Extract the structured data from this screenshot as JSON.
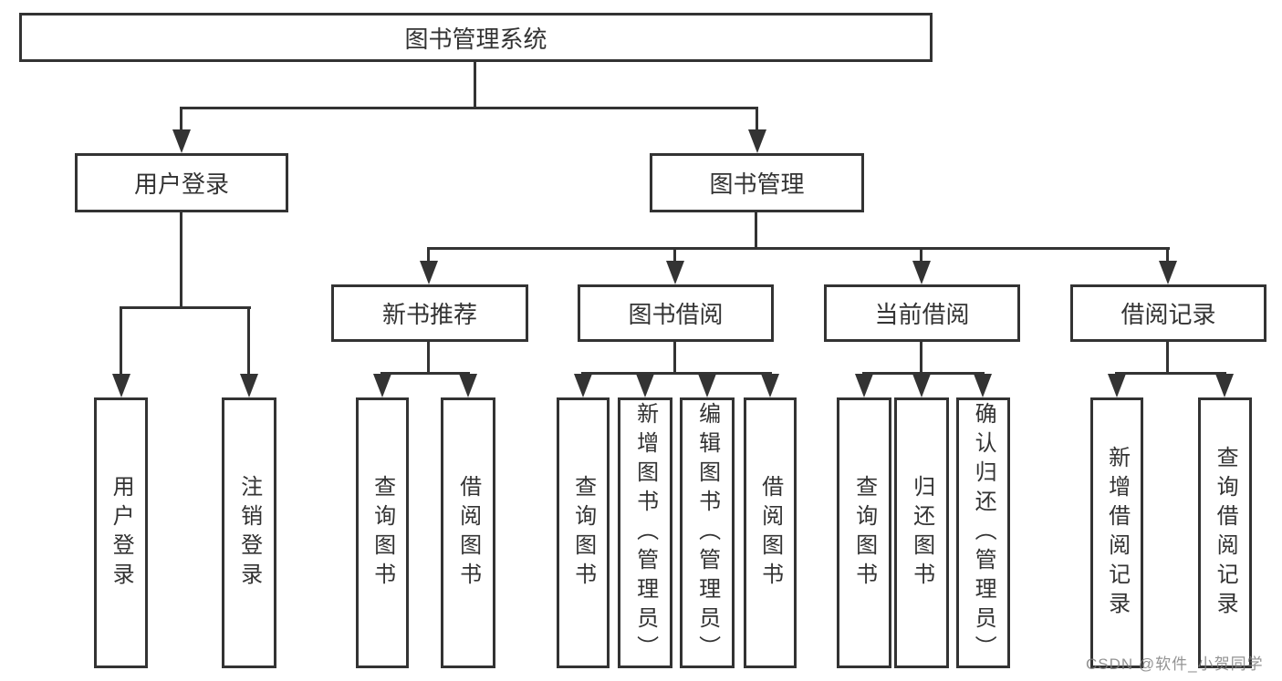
{
  "diagram": {
    "title": "图书管理系统",
    "user_login_branch": {
      "label": "用户登录",
      "children": [
        "用户登录",
        "注销登录"
      ]
    },
    "book_management_branch": {
      "label": "图书管理",
      "sections": [
        {
          "label": "新书推荐",
          "children": [
            "查询图书",
            "借阅图书"
          ]
        },
        {
          "label": "图书借阅",
          "children": [
            "查询图书",
            "新增图书（管理员）",
            "编辑图书（管理员）",
            "借阅图书"
          ]
        },
        {
          "label": "当前借阅",
          "children": [
            "查询图书",
            "归还图书",
            "确认归还（管理员）"
          ]
        },
        {
          "label": "借阅记录",
          "children": [
            "新增借阅记录",
            "查询借阅记录"
          ]
        }
      ]
    }
  },
  "watermark": {
    "text": "CSDN @软件_小贺同学"
  },
  "colors": {
    "line": "#333333",
    "box_border": "#333333",
    "text": "#333333",
    "background": "#ffffff",
    "watermark_text": "#808080"
  }
}
